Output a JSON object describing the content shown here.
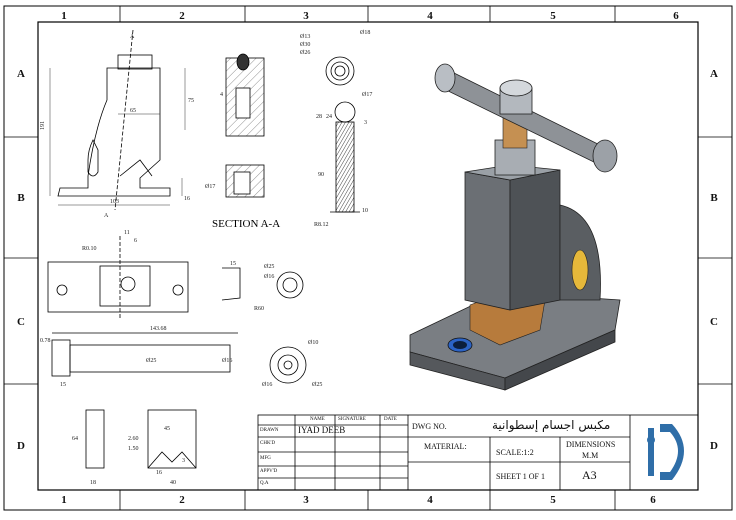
{
  "zones": {
    "columns": [
      "1",
      "2",
      "3",
      "4",
      "5",
      "6"
    ],
    "rows": [
      "A",
      "B",
      "C",
      "D"
    ]
  },
  "views": {
    "section_caption": "SECTION A-A",
    "section_marker": "A",
    "front_dims": [
      "191",
      "65",
      "75",
      "103",
      "16",
      "Ø17",
      "A"
    ],
    "nut_dims": [
      "4"
    ],
    "screw_top_dims": [
      "Ø13",
      "Ø30",
      "Ø26",
      "Ø18"
    ],
    "screw_dims": [
      "Ø17",
      "28",
      "24",
      "3",
      "90",
      "10",
      "R8.12"
    ],
    "top_view_dims": [
      "11",
      "6",
      "R0.10"
    ],
    "jaw_dims": [
      "15",
      "Ø25",
      "Ø16",
      "R60"
    ],
    "handle_dims": [
      "143.68",
      "0.78",
      "Ø25",
      "Ø16",
      "15"
    ],
    "cap_dims": [
      "Ø10",
      "Ø16",
      "Ø25"
    ],
    "small_part_dims": [
      "64",
      "18",
      "45",
      "2.60",
      "1.50",
      "16",
      "3",
      "40"
    ]
  },
  "title_block": {
    "header_name": "NAME",
    "header_signature": "SIGNATURE",
    "header_date": "DATE",
    "drawn_label": "DRAWN",
    "drawn_name": "IYAD DEEB",
    "chkd_label": "CHK'D",
    "mfg_label": "MFG",
    "appvd_label": "APPV'D",
    "qa_label": "Q.A",
    "dwg_no_label": "DWG NO.",
    "dwg_title": "مكبس اجسام إسطوانية",
    "material_label": "MATERIAL:",
    "scale": "SCALE:1:2",
    "dimensions_label": "DIMENSIONS",
    "dimensions_unit": "M.M",
    "sheet": "SHEET 1 OF 1",
    "size": "A3"
  },
  "colors": {
    "logo": "#2f6ea8",
    "body_metal": "#6b6f74",
    "bronze": "#b77b3c",
    "accent_blue": "#2c63c4"
  }
}
